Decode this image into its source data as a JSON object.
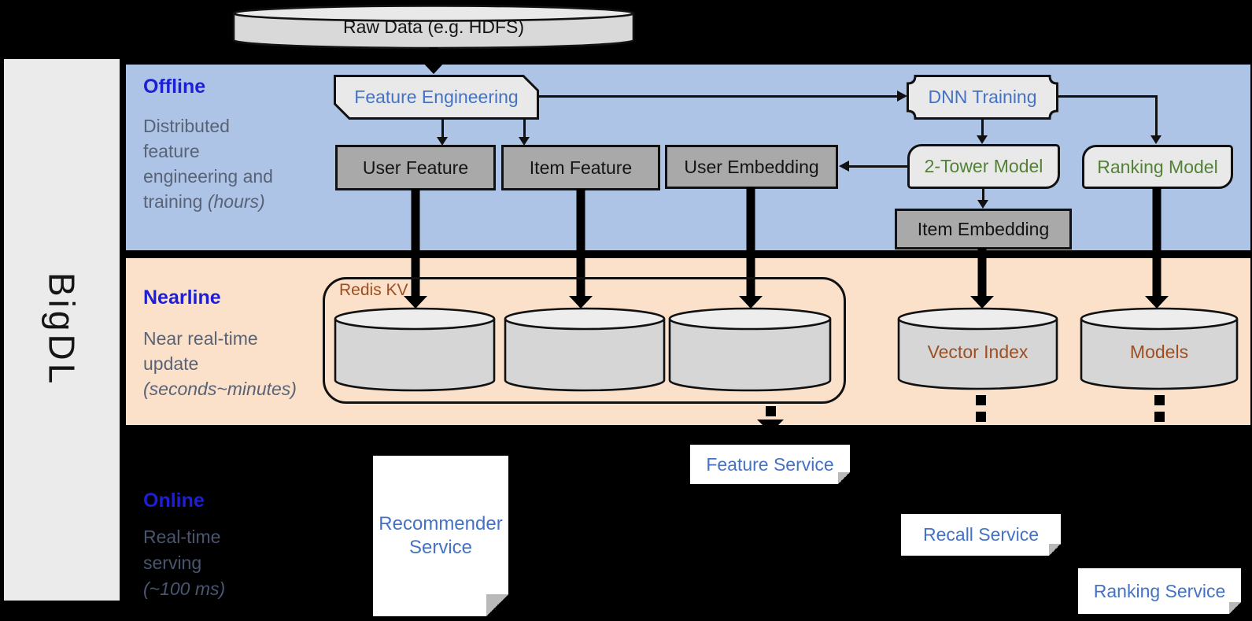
{
  "brand": "BigDL",
  "raw_data_label": "Raw Data (e.g. HDFS)",
  "sections": {
    "offline": {
      "title": "Offline",
      "desc_line1": "Distributed",
      "desc_line2": "feature",
      "desc_line3": "engineering and",
      "desc_line4": "training",
      "desc_line4_italic": "(hours)"
    },
    "nearline": {
      "title": "Nearline",
      "desc_line1": "Near real-time",
      "desc_line2": "update",
      "desc_line3_italic": "(seconds~minutes)"
    },
    "online": {
      "title": "Online",
      "desc_line1": "Real-time",
      "desc_line2": "serving",
      "desc_line3_italic": "(~100 ms)"
    }
  },
  "nodes": {
    "feature_engineering": "Feature Engineering",
    "dnn_training": "DNN Training",
    "user_feature": "User Feature",
    "item_feature": "Item Feature",
    "user_embedding": "User Embedding",
    "two_tower_model": "2-Tower Model",
    "ranking_model": "Ranking Model",
    "item_embedding": "Item Embedding",
    "redis_kv": "Redis KV",
    "vector_index": "Vector Index",
    "models": "Models",
    "feature_service": "Feature Service",
    "recall_service": "Recall Service",
    "ranking_service": "Ranking Service",
    "recommender_line1": "Recommender",
    "recommender_line2": "Service"
  },
  "colors": {
    "background": "#000000",
    "sidebar": "#ebebeb",
    "offline_band": "#adc4e7",
    "nearline_band": "#fbe0ca",
    "online_band": "#000000",
    "section_title_blue": "#1d1fd6",
    "section_desc_gray": "#596376",
    "node_label_blue": "#4472c4",
    "node_label_green": "#538135",
    "node_label_brown": "#9e4e20",
    "gray_box_fill": "#a9a9a9",
    "light_box_fill": "#e9e9e9",
    "cylinder_fill": "#d6d6d6",
    "service_fill": "#ffffff",
    "arrow_color": "#000000"
  }
}
